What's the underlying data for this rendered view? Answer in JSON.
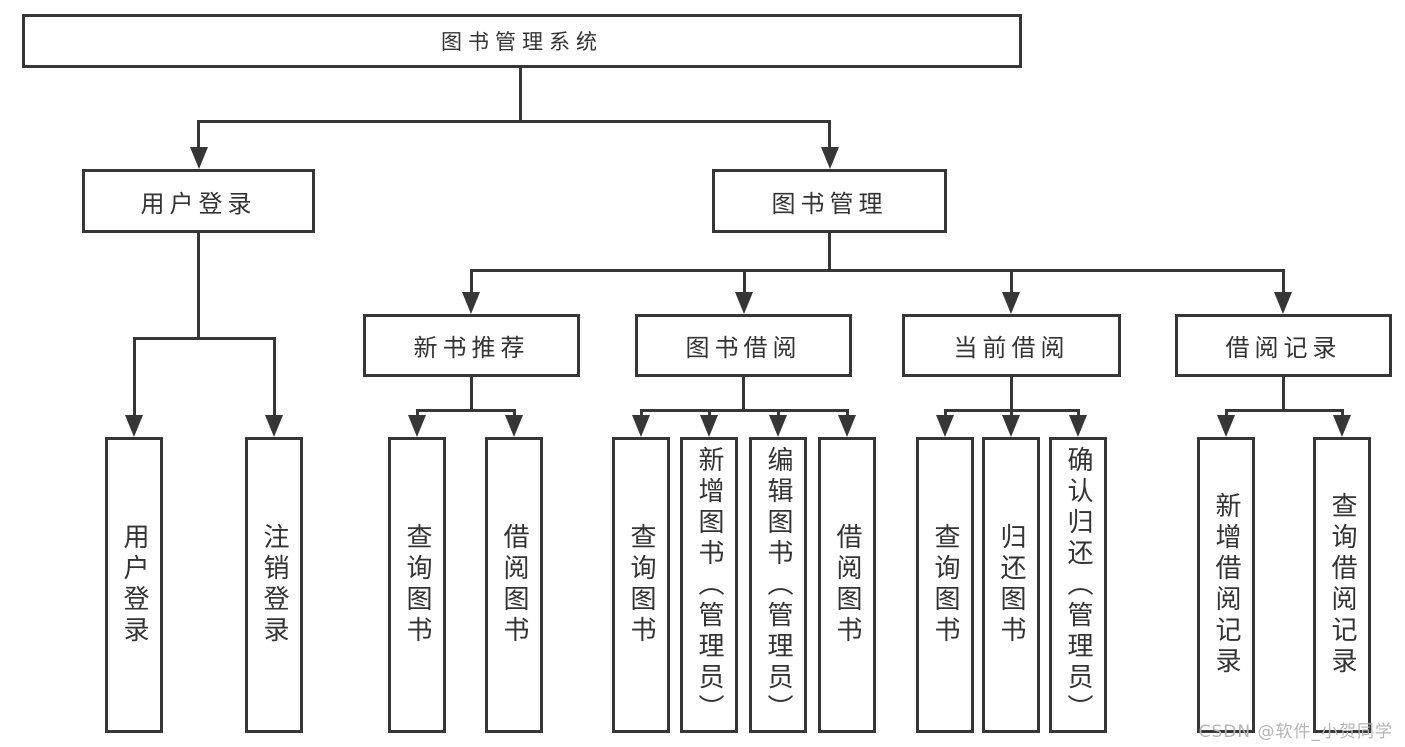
{
  "diagram": {
    "title": "图书管理系统",
    "root": {
      "label": "图书管理系统"
    },
    "level2": [
      {
        "label": "用户登录"
      },
      {
        "label": "图书管理"
      }
    ],
    "level3": [
      {
        "label": "新书推荐",
        "parent": "图书管理"
      },
      {
        "label": "图书借阅",
        "parent": "图书管理"
      },
      {
        "label": "当前借阅",
        "parent": "图书管理"
      },
      {
        "label": "借阅记录",
        "parent": "图书管理"
      }
    ],
    "leaves": [
      {
        "label": "用户登录",
        "parent": "用户登录"
      },
      {
        "label": "注销登录",
        "parent": "用户登录"
      },
      {
        "label": "查询图书",
        "parent": "新书推荐"
      },
      {
        "label": "借阅图书",
        "parent": "新书推荐"
      },
      {
        "label": "查询图书",
        "parent": "图书借阅"
      },
      {
        "label": "新增图书（管理员）",
        "parent": "图书借阅"
      },
      {
        "label": "编辑图书（管理员）",
        "parent": "图书借阅"
      },
      {
        "label": "借阅图书",
        "parent": "图书借阅"
      },
      {
        "label": "查询图书",
        "parent": "当前借阅"
      },
      {
        "label": "归还图书",
        "parent": "当前借阅"
      },
      {
        "label": "确认归还（管理员）",
        "parent": "当前借阅"
      },
      {
        "label": "新增借阅记录",
        "parent": "借阅记录"
      },
      {
        "label": "查询借阅记录",
        "parent": "借阅记录"
      }
    ],
    "watermark": "CSDN @软件_小贺同学",
    "colors": {
      "line": "#363636",
      "text": "#333333",
      "watermark": "#b5b5b5",
      "background": "#ffffff"
    }
  }
}
